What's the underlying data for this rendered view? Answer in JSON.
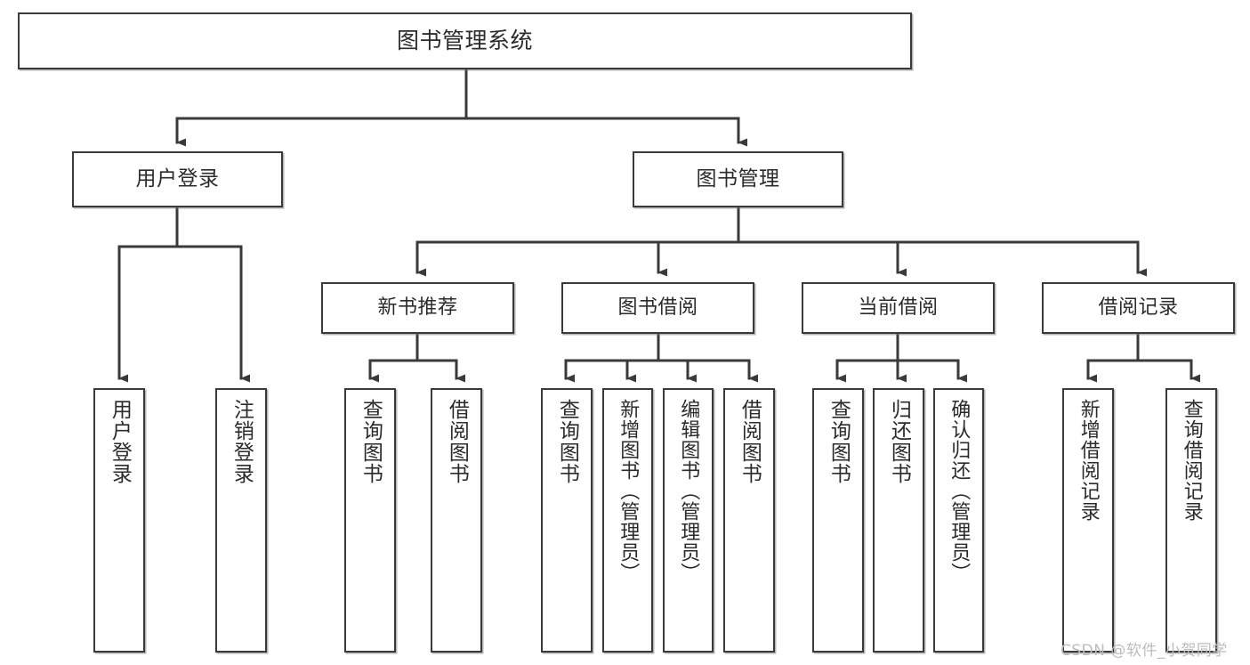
{
  "diagram": {
    "title": "图书管理系统",
    "type": "tree",
    "watermark": "CSDN @软件_小贺同学",
    "colors": {
      "background": "#ffffff",
      "node_border": "#3a3a3a",
      "node_fill": "#ffffff",
      "text": "#2b2b2b",
      "edge": "#3a3a3a",
      "watermark": "#bdbdbd"
    },
    "nodes": {
      "root": {
        "label": "图书管理系统"
      },
      "level2": [
        {
          "id": "user-login",
          "label": "用户登录"
        },
        {
          "id": "book-manage",
          "label": "图书管理"
        }
      ],
      "level3": [
        {
          "id": "new-book-rec",
          "label": "新书推荐"
        },
        {
          "id": "book-borrow",
          "label": "图书借阅"
        },
        {
          "id": "current-borrow",
          "label": "当前借阅"
        },
        {
          "id": "borrow-record",
          "label": "借阅记录"
        }
      ],
      "leaves": {
        "user-login": [
          {
            "id": "leaf-user-login",
            "label": "用户登录"
          },
          {
            "id": "leaf-logout",
            "label": "注销登录"
          }
        ],
        "new-book-rec": [
          {
            "id": "leaf-query-book-1",
            "label": "查询图书"
          },
          {
            "id": "leaf-borrow-book-1",
            "label": "借阅图书"
          }
        ],
        "book-borrow": [
          {
            "id": "leaf-query-book-2",
            "label": "查询图书"
          },
          {
            "id": "leaf-add-book",
            "label": "新增图书（管理员）"
          },
          {
            "id": "leaf-edit-book",
            "label": "编辑图书（管理员）"
          },
          {
            "id": "leaf-borrow-book-2",
            "label": "借阅图书"
          }
        ],
        "current-borrow": [
          {
            "id": "leaf-query-book-3",
            "label": "查询图书"
          },
          {
            "id": "leaf-return-book",
            "label": "归还图书"
          },
          {
            "id": "leaf-confirm-return",
            "label": "确认归还（管理员）"
          }
        ],
        "borrow-record": [
          {
            "id": "leaf-add-record",
            "label": "新增借阅记录"
          },
          {
            "id": "leaf-query-record",
            "label": "查询借阅记录"
          }
        ]
      }
    }
  }
}
